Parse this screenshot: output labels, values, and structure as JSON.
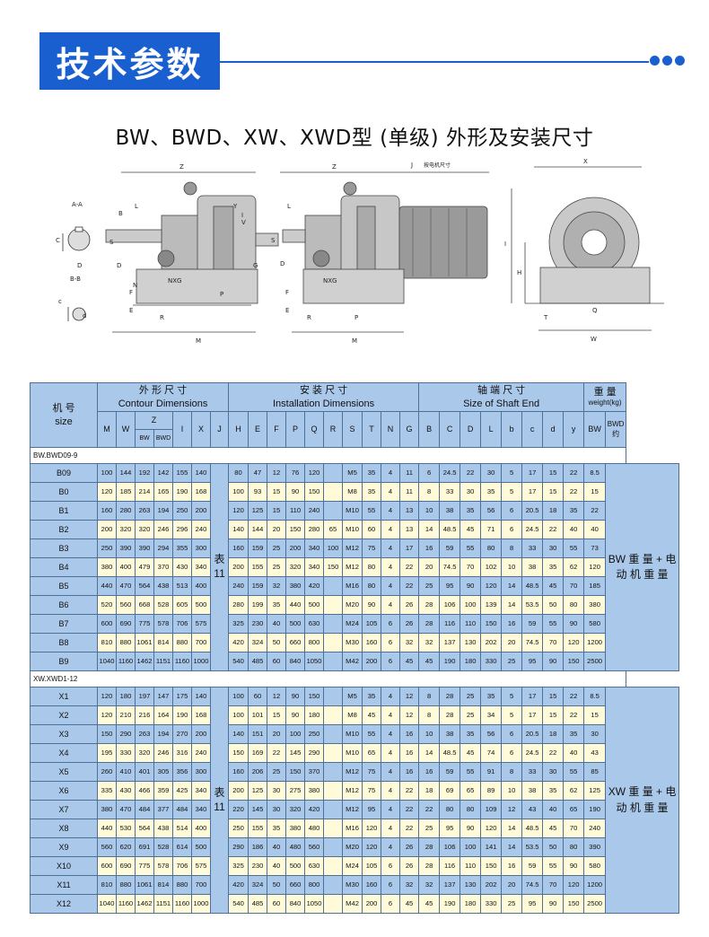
{
  "header": {
    "title": "技术参数"
  },
  "subtitle": "BW、BWD、XW、XWD型 (单级) 外形及安装尺寸",
  "drawings": {
    "view1": {
      "dims": [
        "Z",
        "L",
        "B",
        "Y",
        "I",
        "V",
        "S",
        "D",
        "G",
        "F",
        "E",
        "R",
        "P",
        "M",
        "N",
        "NXG"
      ],
      "section_labels": [
        "A-A",
        "B-B",
        "C",
        "B",
        "D",
        "c",
        "d"
      ]
    },
    "view2": {
      "dims": [
        "Z",
        "J",
        "L",
        "S",
        "D",
        "F",
        "E",
        "R",
        "P",
        "M",
        "NXG"
      ],
      "note": "按电机尺寸"
    },
    "view3": {
      "dims": [
        "X",
        "I",
        "H",
        "T",
        "Q",
        "W"
      ]
    }
  },
  "table": {
    "headers": {
      "size_cn": "机 号",
      "size_en": "size",
      "contour_cn": "外 形 尺 寸",
      "contour_en": "Contour Dimensions",
      "install_cn": "安 装 尺 寸",
      "install_en": "Installation Dimensions",
      "shaft_cn": "轴 端 尺 寸",
      "shaft_en": "Size of Shaft End",
      "weight_cn": "重 量",
      "weight_en": "weight(kg)",
      "M": "M",
      "W": "W",
      "Z": "Z",
      "BW": "BW",
      "BWD": "BWD",
      "I": "I",
      "X": "X",
      "J": "J",
      "H": "H",
      "E": "E",
      "F": "F",
      "P": "P",
      "Q": "Q",
      "R": "R",
      "S": "S",
      "T": "T",
      "N": "N",
      "G": "G",
      "B": "B",
      "C": "C",
      "D": "D",
      "L": "L",
      "b": "b",
      "c": "c",
      "d": "d",
      "y": "y",
      "wBW": "BW",
      "wBWD": "BWD约"
    },
    "group1": {
      "label": "BW.BWD09-9",
      "biao": "表 11",
      "side": "BW 重 量 + 电 动 机 重 量",
      "rows": [
        [
          "B09",
          "100",
          "144",
          "192",
          "142",
          "155",
          "140",
          "80",
          "47",
          "12",
          "76",
          "120",
          "",
          "M5",
          "35",
          "4",
          "11",
          "6",
          "24.5",
          "22",
          "30",
          "5",
          "17",
          "15",
          "22",
          "8.5"
        ],
        [
          "B0",
          "120",
          "185",
          "214",
          "165",
          "190",
          "168",
          "100",
          "93",
          "15",
          "90",
          "150",
          "",
          "M8",
          "35",
          "4",
          "11",
          "8",
          "33",
          "30",
          "35",
          "5",
          "17",
          "15",
          "22",
          "15"
        ],
        [
          "B1",
          "160",
          "280",
          "263",
          "194",
          "250",
          "200",
          "120",
          "125",
          "15",
          "110",
          "240",
          "",
          "M10",
          "55",
          "4",
          "13",
          "10",
          "38",
          "35",
          "56",
          "6",
          "20.5",
          "18",
          "35",
          "22"
        ],
        [
          "B2",
          "200",
          "320",
          "320",
          "246",
          "296",
          "240",
          "140",
          "144",
          "20",
          "150",
          "280",
          "65",
          "M10",
          "60",
          "4",
          "13",
          "14",
          "48.5",
          "45",
          "71",
          "6",
          "24.5",
          "22",
          "40",
          "40"
        ],
        [
          "B3",
          "250",
          "390",
          "390",
          "294",
          "355",
          "300",
          "160",
          "159",
          "25",
          "200",
          "340",
          "100",
          "M12",
          "75",
          "4",
          "17",
          "16",
          "59",
          "55",
          "80",
          "8",
          "33",
          "30",
          "55",
          "73"
        ],
        [
          "B4",
          "380",
          "400",
          "479",
          "370",
          "430",
          "340",
          "200",
          "155",
          "25",
          "320",
          "340",
          "150",
          "M12",
          "80",
          "4",
          "22",
          "20",
          "74.5",
          "70",
          "102",
          "10",
          "38",
          "35",
          "62",
          "120"
        ],
        [
          "B5",
          "440",
          "470",
          "564",
          "438",
          "513",
          "400",
          "240",
          "159",
          "32",
          "380",
          "420",
          "",
          "M16",
          "80",
          "4",
          "22",
          "25",
          "95",
          "90",
          "120",
          "14",
          "48.5",
          "45",
          "70",
          "185"
        ],
        [
          "B6",
          "520",
          "560",
          "668",
          "528",
          "605",
          "500",
          "280",
          "199",
          "35",
          "440",
          "500",
          "",
          "M20",
          "90",
          "4",
          "26",
          "28",
          "106",
          "100",
          "139",
          "14",
          "53.5",
          "50",
          "80",
          "380"
        ],
        [
          "B7",
          "600",
          "690",
          "775",
          "578",
          "706",
          "575",
          "325",
          "230",
          "40",
          "500",
          "630",
          "",
          "M24",
          "105",
          "6",
          "26",
          "28",
          "116",
          "110",
          "150",
          "16",
          "59",
          "55",
          "90",
          "580"
        ],
        [
          "B8",
          "810",
          "880",
          "1061",
          "814",
          "880",
          "700",
          "420",
          "324",
          "50",
          "660",
          "800",
          "",
          "M30",
          "160",
          "6",
          "32",
          "32",
          "137",
          "130",
          "202",
          "20",
          "74.5",
          "70",
          "120",
          "1200"
        ],
        [
          "B9",
          "1040",
          "1160",
          "1462",
          "1151",
          "1160",
          "1000",
          "540",
          "485",
          "60",
          "840",
          "1050",
          "",
          "M42",
          "200",
          "6",
          "45",
          "45",
          "190",
          "180",
          "330",
          "25",
          "95",
          "90",
          "150",
          "2500"
        ]
      ]
    },
    "group2": {
      "label": "XW.XWD1-12",
      "biao": "表 11",
      "side": "XW 重 量 + 电 动 机 重 量",
      "rows": [
        [
          "X1",
          "120",
          "180",
          "197",
          "147",
          "175",
          "140",
          "100",
          "60",
          "12",
          "90",
          "150",
          "",
          "M5",
          "35",
          "4",
          "12",
          "8",
          "28",
          "25",
          "35",
          "5",
          "17",
          "15",
          "22",
          "8.5"
        ],
        [
          "X2",
          "120",
          "210",
          "216",
          "164",
          "190",
          "168",
          "100",
          "101",
          "15",
          "90",
          "180",
          "",
          "M8",
          "45",
          "4",
          "12",
          "8",
          "28",
          "25",
          "34",
          "5",
          "17",
          "15",
          "22",
          "15"
        ],
        [
          "X3",
          "150",
          "290",
          "263",
          "194",
          "270",
          "200",
          "140",
          "151",
          "20",
          "100",
          "250",
          "",
          "M10",
          "55",
          "4",
          "16",
          "10",
          "38",
          "35",
          "56",
          "6",
          "20.5",
          "18",
          "35",
          "30"
        ],
        [
          "X4",
          "195",
          "330",
          "320",
          "246",
          "316",
          "240",
          "150",
          "169",
          "22",
          "145",
          "290",
          "",
          "M10",
          "65",
          "4",
          "16",
          "14",
          "48.5",
          "45",
          "74",
          "6",
          "24.5",
          "22",
          "40",
          "43"
        ],
        [
          "X5",
          "260",
          "410",
          "401",
          "305",
          "356",
          "300",
          "160",
          "206",
          "25",
          "150",
          "370",
          "",
          "M12",
          "75",
          "4",
          "16",
          "16",
          "59",
          "55",
          "91",
          "8",
          "33",
          "30",
          "55",
          "85"
        ],
        [
          "X6",
          "335",
          "430",
          "466",
          "359",
          "425",
          "340",
          "200",
          "125",
          "30",
          "275",
          "380",
          "",
          "M12",
          "75",
          "4",
          "22",
          "18",
          "69",
          "65",
          "89",
          "10",
          "38",
          "35",
          "62",
          "125"
        ],
        [
          "X7",
          "380",
          "470",
          "484",
          "377",
          "484",
          "340",
          "220",
          "145",
          "30",
          "320",
          "420",
          "",
          "M12",
          "95",
          "4",
          "22",
          "22",
          "80",
          "80",
          "109",
          "12",
          "43",
          "40",
          "65",
          "190"
        ],
        [
          "X8",
          "440",
          "530",
          "564",
          "438",
          "514",
          "400",
          "250",
          "155",
          "35",
          "380",
          "480",
          "",
          "M16",
          "120",
          "4",
          "22",
          "25",
          "95",
          "90",
          "120",
          "14",
          "48.5",
          "45",
          "70",
          "240"
        ],
        [
          "X9",
          "560",
          "620",
          "691",
          "528",
          "614",
          "500",
          "290",
          "186",
          "40",
          "480",
          "560",
          "",
          "M20",
          "120",
          "4",
          "26",
          "28",
          "106",
          "100",
          "141",
          "14",
          "53.5",
          "50",
          "80",
          "390"
        ],
        [
          "X10",
          "600",
          "690",
          "775",
          "578",
          "706",
          "575",
          "325",
          "230",
          "40",
          "500",
          "630",
          "",
          "M24",
          "105",
          "6",
          "26",
          "28",
          "116",
          "110",
          "150",
          "16",
          "59",
          "55",
          "90",
          "580"
        ],
        [
          "X11",
          "810",
          "880",
          "1061",
          "814",
          "880",
          "700",
          "420",
          "324",
          "50",
          "660",
          "800",
          "",
          "M30",
          "160",
          "6",
          "32",
          "32",
          "137",
          "130",
          "202",
          "20",
          "74.5",
          "70",
          "120",
          "1200"
        ],
        [
          "X12",
          "1040",
          "1160",
          "1462",
          "1151",
          "1160",
          "1000",
          "540",
          "485",
          "60",
          "840",
          "1050",
          "",
          "M42",
          "200",
          "6",
          "45",
          "45",
          "190",
          "180",
          "330",
          "25",
          "95",
          "90",
          "150",
          "2500"
        ]
      ]
    }
  }
}
